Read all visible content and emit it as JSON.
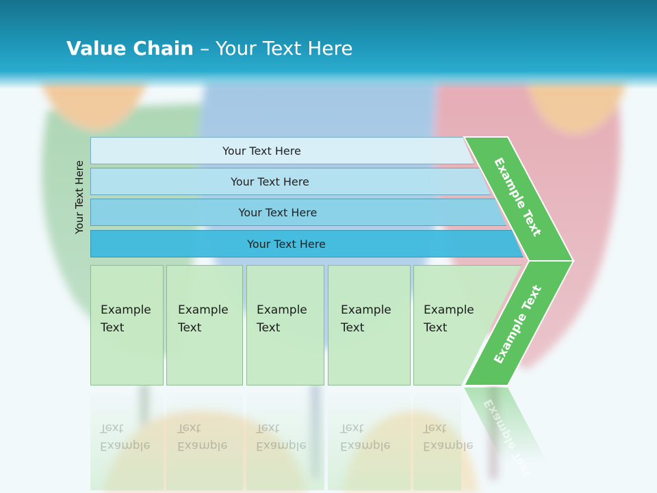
{
  "slide": {
    "title_bold": "Value Chain",
    "title_rest": " – Your Text Here",
    "side_label": "Your Text Here"
  },
  "rows": [
    {
      "label": "Your Text Here"
    },
    {
      "label": "Your Text Here"
    },
    {
      "label": "Your Text Here"
    },
    {
      "label": "Your Text Here"
    }
  ],
  "boxes": [
    {
      "line1": "Example",
      "line2": "Text"
    },
    {
      "line1": "Example",
      "line2": "Text"
    },
    {
      "line1": "Example",
      "line2": "Text"
    },
    {
      "line1": "Example",
      "line2": "Text"
    },
    {
      "line1": "Example",
      "line2": "Text"
    }
  ],
  "arrow": {
    "upper_label": "Example Text",
    "lower_label": "Example Text",
    "color": "#5dc25f"
  },
  "colors": {
    "header": "#1d93b4",
    "row_light": "#daf0f8",
    "row_dark": "#42bbde",
    "box_fill": "#c6e9c4"
  }
}
